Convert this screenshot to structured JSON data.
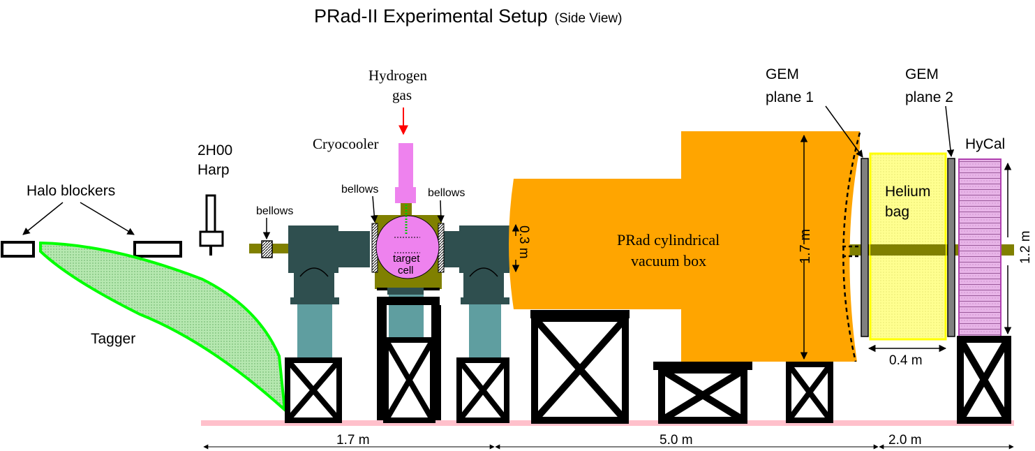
{
  "title": {
    "main": "PRad-II Experimental Setup",
    "sub": "(Side View)"
  },
  "labels": {
    "halo_blockers": "Halo blockers",
    "tagger": "Tagger",
    "harp_line1": "2H00",
    "harp_line2": "Harp",
    "bellows_left": "bellows",
    "bellows_mid": "bellows",
    "bellows_right": "bellows",
    "hydrogen_line1": "Hydrogen",
    "hydrogen_line2": "gas",
    "cryocooler": "Cryocooler",
    "target_line1": "target",
    "target_line2": "cell",
    "vacuum_line1": "PRad cylindrical",
    "vacuum_line2": "vacuum box",
    "gem1_line1": "GEM",
    "gem1_line2": "plane 1",
    "gem2_line1": "GEM",
    "gem2_line2": "plane 2",
    "helium_line1": "Helium",
    "helium_line2": "bag",
    "hycal": "HyCal"
  },
  "dimensions": {
    "pipe": "0.3 m",
    "vacuum_height": "1.7 m",
    "hycal_height": "1.2 m",
    "helium_length": "0.4 m",
    "seg1": "1.7 m",
    "seg2": "5.0 m",
    "seg3": "2.0 m"
  },
  "colors": {
    "vacuum_box": "#ffa500",
    "chamber": "#2f4f4f",
    "support_pipe": "#5f9ea0",
    "target": "#ee82ee",
    "beam_line": "#808000",
    "helium": "#ffff80",
    "floor": "#ffc0cb",
    "tagger": "#00ff00",
    "arrow_gas": "#ff0000"
  }
}
